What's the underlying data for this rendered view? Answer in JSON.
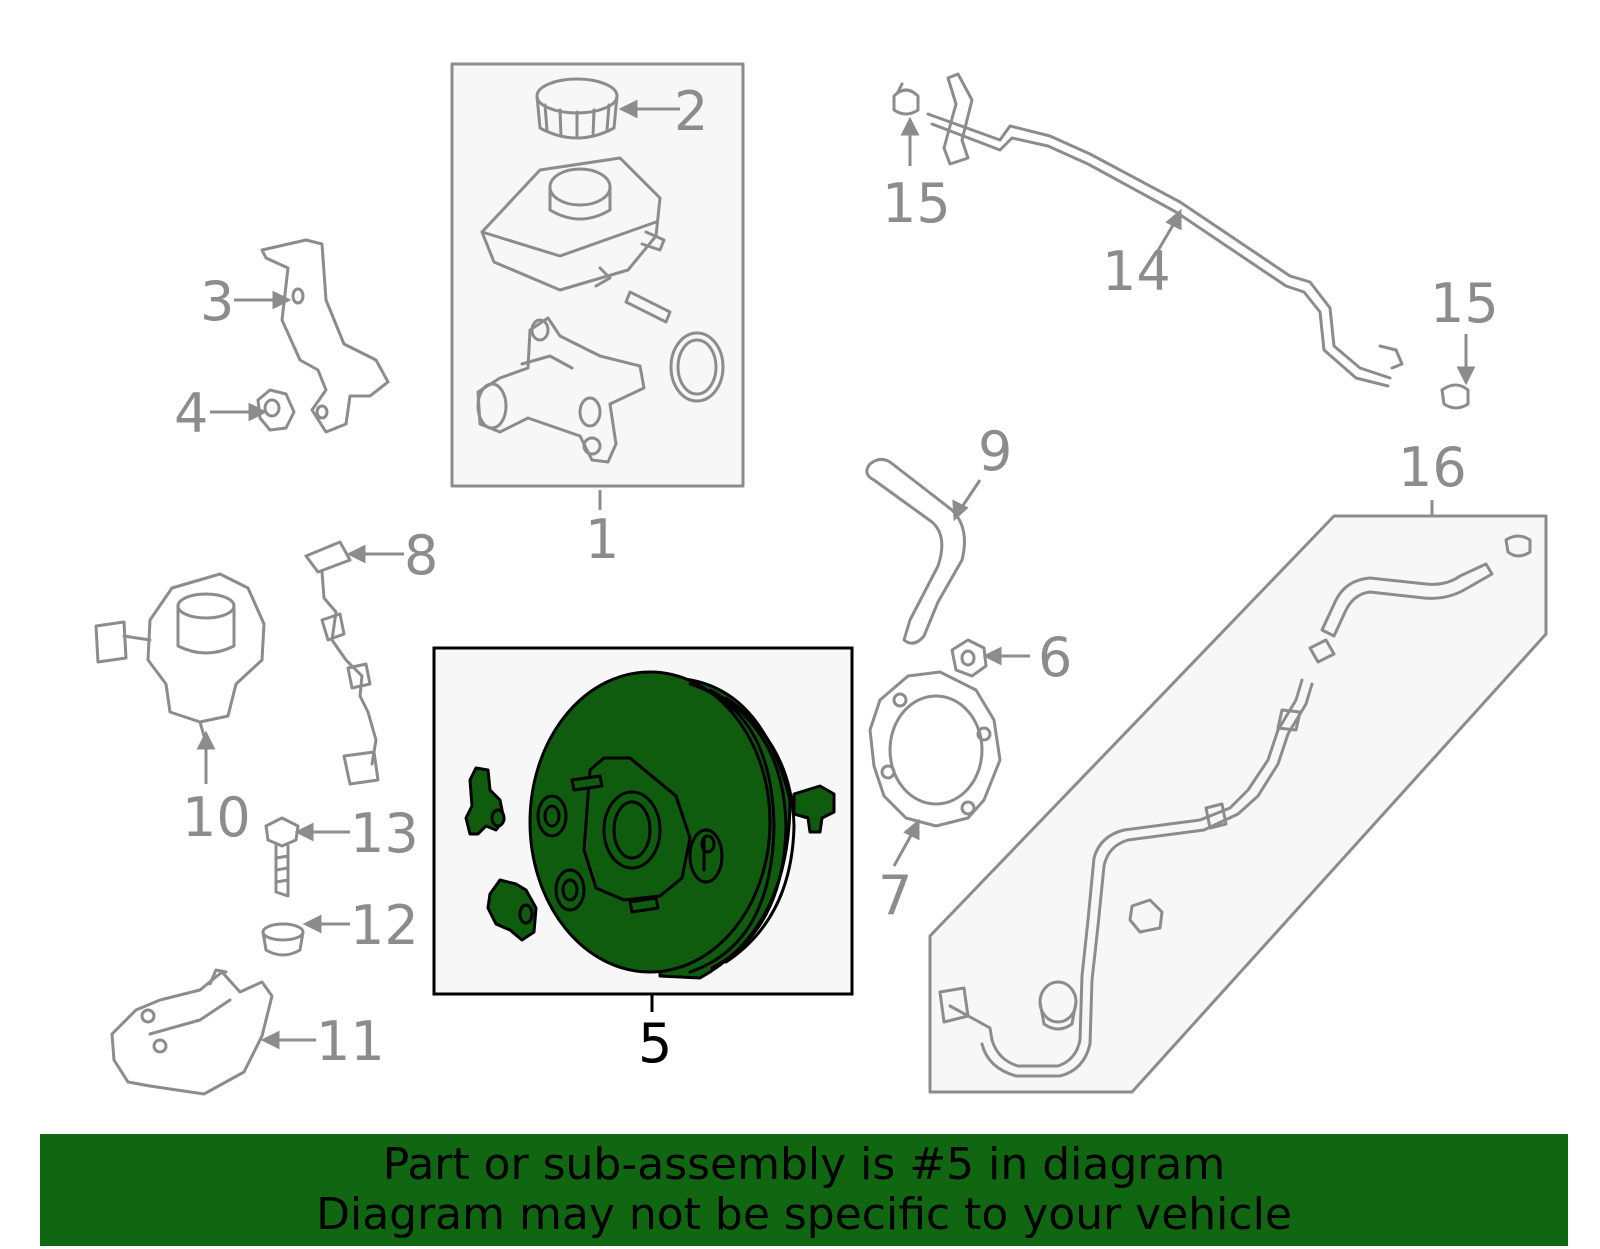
{
  "highlight_color": "#116611",
  "highlighted_part": "5",
  "callouts": {
    "c1": "1",
    "c2": "2",
    "c3": "3",
    "c4": "4",
    "c5": "5",
    "c6": "6",
    "c7": "7",
    "c8": "8",
    "c9": "9",
    "c10": "10",
    "c11": "11",
    "c12": "12",
    "c13": "13",
    "c14": "14",
    "c15a": "15",
    "c15b": "15",
    "c16": "16"
  },
  "banner": {
    "line1": "Part or sub-assembly is #5 in diagram",
    "line2": "Diagram may not be specific to your vehicle"
  }
}
